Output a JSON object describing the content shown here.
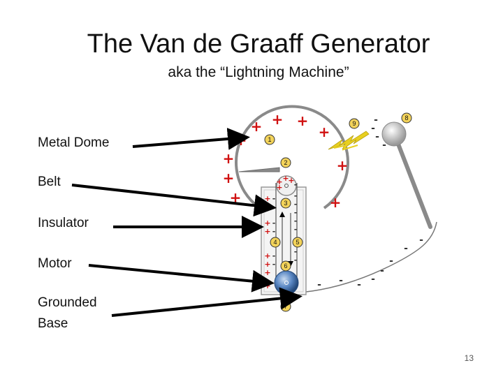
{
  "slide": {
    "title": "The Van de Graaff Generator",
    "subtitle": "aka the “Lightning Machine”",
    "slide_number": "13"
  },
  "labels": {
    "metal_dome": "Metal Dome",
    "belt": "Belt",
    "insulator": "Insulator",
    "motor": "Motor",
    "grounded_base_line1": "Grounded",
    "grounded_base_line2": "Base"
  },
  "diagram": {
    "part_numbers": [
      "1",
      "2",
      "3",
      "4",
      "5",
      "6",
      "7",
      "8",
      "9"
    ],
    "plus_sign": "+",
    "minus_sign": "-",
    "colors": {
      "dome": "#8a8a8a",
      "positive": "#d01010",
      "negative": "#333333",
      "roller": "#3a6fb0",
      "spark": "#e8d020",
      "arrow": "#000000"
    }
  }
}
